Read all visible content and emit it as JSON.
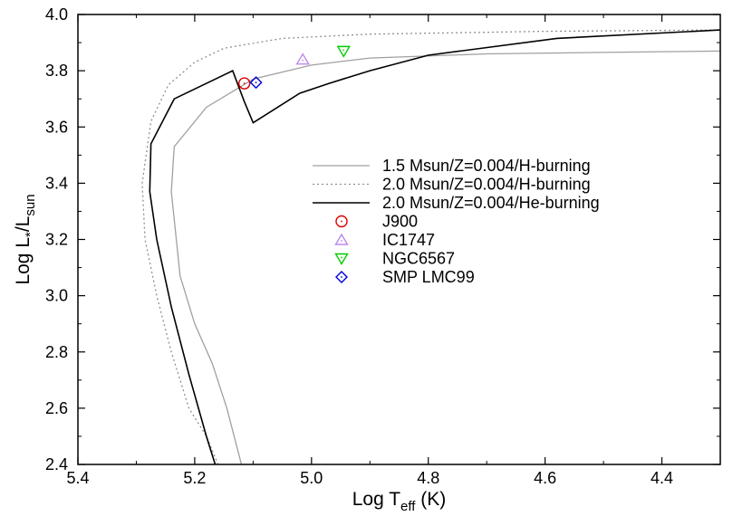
{
  "chart_data": {
    "type": "line",
    "title": "",
    "xlabel": {
      "main": "Log T",
      "sub": "eff",
      "suffix": " (K)"
    },
    "ylabel": {
      "main": "Log L",
      "sub1": "*",
      "mid": "/L",
      "sub2": "sun"
    },
    "xlim": [
      5.4,
      4.3
    ],
    "ylim": [
      2.4,
      4.0
    ],
    "x_ticks": [
      5.4,
      5.2,
      5.0,
      4.8,
      4.6,
      4.4
    ],
    "x_tick_labels": [
      "5.4",
      "5.2",
      "5.0",
      "4.8",
      "4.6",
      "4.4"
    ],
    "y_ticks": [
      2.4,
      2.6,
      2.8,
      3.0,
      3.2,
      3.4,
      3.6,
      3.8,
      4.0
    ],
    "y_tick_labels": [
      "2.4",
      "2.6",
      "2.8",
      "3.0",
      "3.2",
      "3.4",
      "3.6",
      "3.8",
      "4.0"
    ],
    "grid": false,
    "legend_position": "center-right",
    "series": [
      {
        "name": "1.5 Msun/Z=0.004/H-burning",
        "style": "solid",
        "color": "#a0a0a0",
        "x": [
          4.3,
          4.5,
          4.7,
          4.9,
          5.0,
          5.1,
          5.18,
          5.235,
          5.24,
          5.225,
          5.2,
          5.17,
          5.145,
          5.12
        ],
        "y": [
          3.87,
          3.865,
          3.86,
          3.845,
          3.82,
          3.77,
          3.67,
          3.53,
          3.37,
          3.07,
          2.9,
          2.76,
          2.6,
          2.4
        ]
      },
      {
        "name": "2.0 Msun/Z=0.004/H-burning",
        "style": "dotted",
        "color": "#909090",
        "x": [
          4.3,
          4.6,
          4.9,
          5.05,
          5.15,
          5.2,
          5.245,
          5.275,
          5.29,
          5.285,
          5.265,
          5.24,
          5.21,
          5.18,
          5.16
        ],
        "y": [
          3.945,
          3.94,
          3.93,
          3.915,
          3.88,
          3.83,
          3.75,
          3.62,
          3.4,
          3.2,
          3.0,
          2.8,
          2.6,
          2.5,
          2.4
        ]
      },
      {
        "name": "2.0 Msun/Z=0.004/He-burning",
        "style": "solid",
        "color": "#000000",
        "x": [
          4.3,
          4.58,
          4.8,
          4.9,
          4.97,
          5.02,
          5.1,
          5.115,
          5.135,
          5.235,
          5.275,
          5.277,
          5.265,
          5.24,
          5.21,
          5.18,
          5.165
        ],
        "y": [
          3.945,
          3.915,
          3.855,
          3.8,
          3.755,
          3.72,
          3.615,
          3.69,
          3.8,
          3.7,
          3.54,
          3.37,
          3.2,
          2.96,
          2.72,
          2.5,
          2.4
        ]
      }
    ],
    "points": [
      {
        "name": "J900",
        "marker": "circle",
        "color": "#dd0000",
        "x": 5.115,
        "y": 3.755
      },
      {
        "name": "IC1747",
        "marker": "triangle-up",
        "color": "#bb88ee",
        "x": 5.015,
        "y": 3.84
      },
      {
        "name": "NGC6567",
        "marker": "triangle-down",
        "color": "#00cc00",
        "x": 4.945,
        "y": 3.87
      },
      {
        "name": "SMP LMC99",
        "marker": "diamond",
        "color": "#0000dd",
        "x": 5.095,
        "y": 3.758
      }
    ]
  }
}
